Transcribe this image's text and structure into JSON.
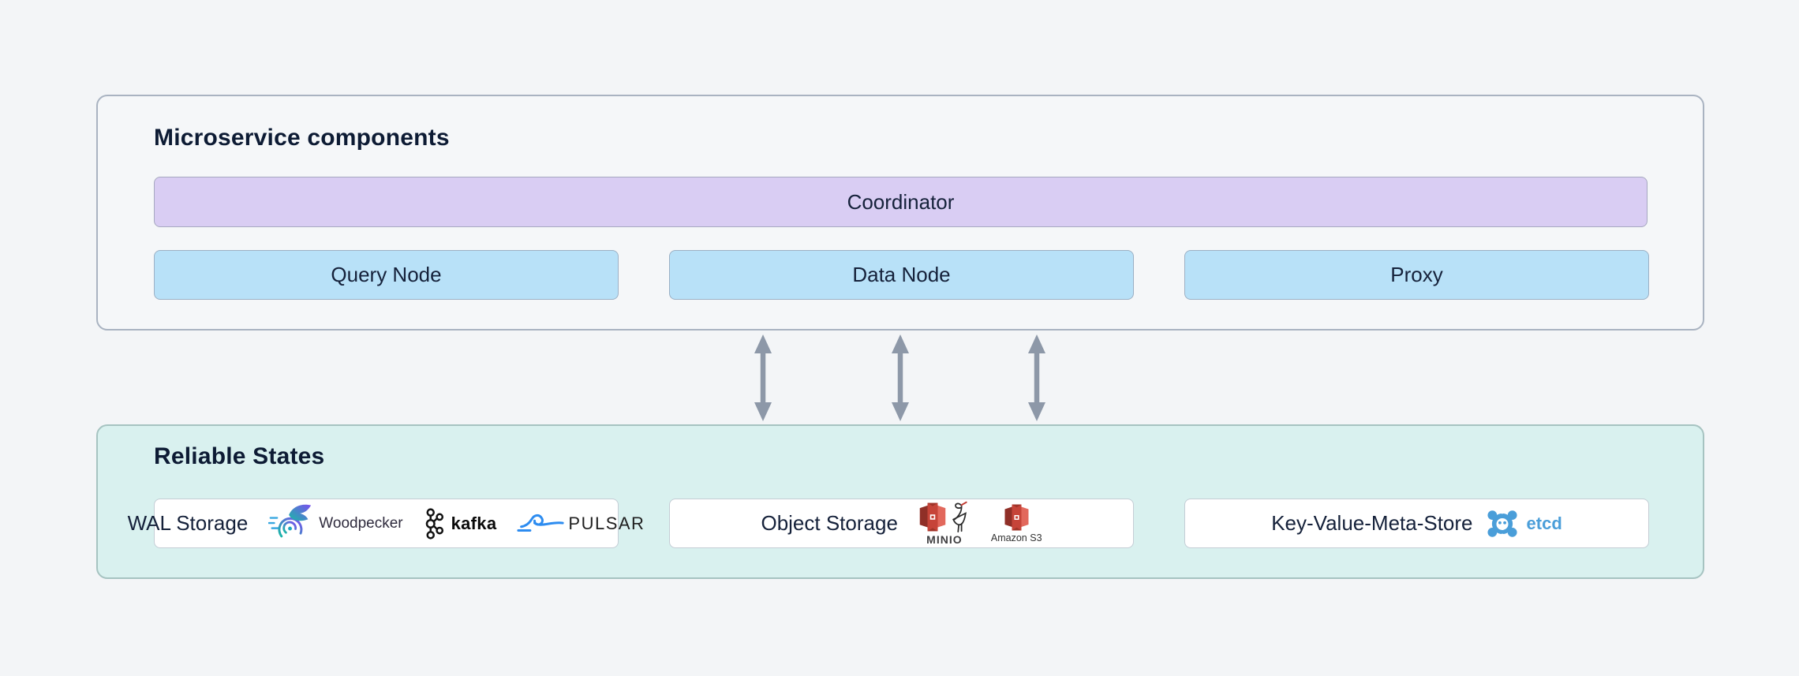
{
  "diagram": {
    "microservices": {
      "title": "Microservice components",
      "coordinator": "Coordinator",
      "nodes": [
        {
          "label": "Query Node"
        },
        {
          "label": "Data Node"
        },
        {
          "label": "Proxy"
        }
      ]
    },
    "reliable_states": {
      "title": "Reliable States",
      "wal_storage": {
        "label": "WAL Storage",
        "woodpecker_label": "Woodpecker",
        "kafka_label": "kafka",
        "pulsar_label": "PULSAR"
      },
      "object_storage": {
        "label": "Object Storage",
        "minio_label": "MINIO",
        "s3_label": "Amazon S3"
      },
      "kv_store": {
        "label": "Key-Value-Meta-Store",
        "etcd_label": "etcd"
      }
    }
  },
  "colors": {
    "page_bg": "#f3f5f7",
    "coordinator_bg": "#d9cdf3",
    "node_bg": "#b8e1f8",
    "reliable_bg": "#d9f1ef",
    "card_bg": "#ffffff",
    "arrow": "#8d98a8",
    "title_text": "#0d1b34",
    "etcd_blue": "#4a9ed9",
    "pulsar_blue": "#2d8cf0",
    "s3_red": "#c64439",
    "woodpecker_teal": "#18b9a6",
    "woodpecker_purple": "#7b4ff0"
  }
}
